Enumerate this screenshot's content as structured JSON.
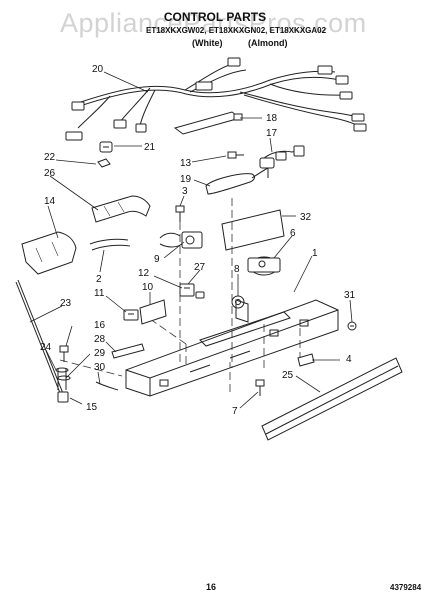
{
  "header": {
    "watermark": "AppliancePartsPros.com",
    "title": "CONTROL PARTS",
    "models": "ET18XKXGW02, ET18XKXGN02, ET18XKXGA02",
    "variant_white": "(White)",
    "variant_almond": "(Almond)"
  },
  "footer": {
    "page_number": "16",
    "document_number": "4379284"
  },
  "callouts": {
    "c20": "20",
    "c18": "18",
    "c17": "17",
    "c21": "21",
    "c22": "22",
    "c13": "13",
    "c19": "19",
    "c26": "26",
    "c3": "3",
    "c14": "14",
    "c32": "32",
    "c6": "6",
    "c2": "2",
    "c9": "9",
    "c1": "1",
    "c27": "27",
    "c8": "8",
    "c12": "12",
    "c11": "11",
    "c10": "10",
    "c23": "23",
    "c31": "31",
    "c16": "16",
    "c28": "28",
    "c24": "24",
    "c29": "29",
    "c30": "30",
    "c4": "4",
    "c25": "25",
    "c15": "15",
    "c7": "7"
  }
}
